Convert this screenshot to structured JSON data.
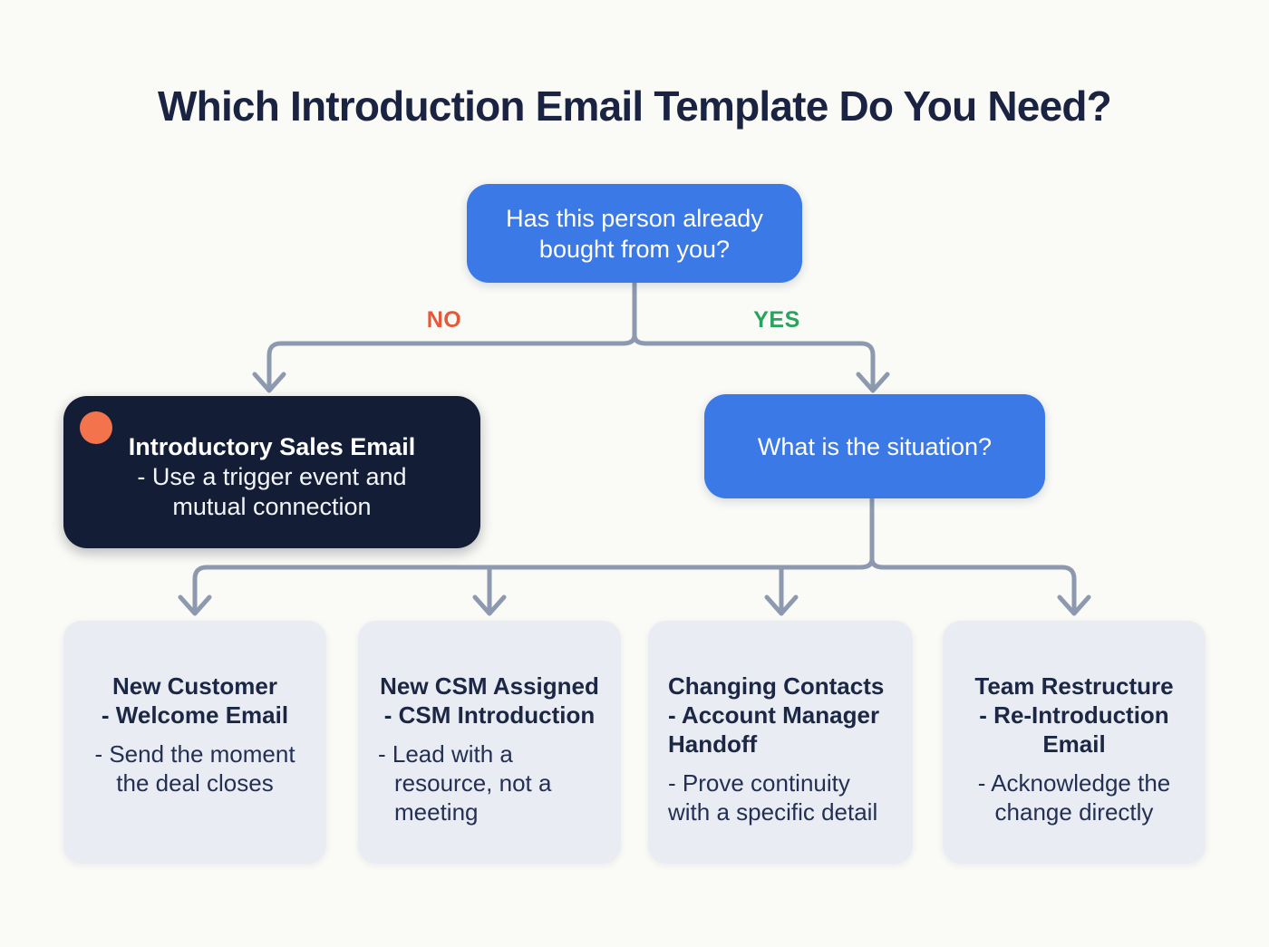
{
  "theme": {
    "background": "#FAFAF6",
    "title_color": "#1B2342",
    "blue": "#3B79E6",
    "navy": "#141D36",
    "card_bg": "#E9EDF3",
    "connector": "#8C99AE",
    "no_color": "#E4593B",
    "yes_color": "#27A45D",
    "orange_dot": "#F3744C",
    "green_dot": "#25A55B",
    "text_on_dark": "#FFFFFF",
    "card_title_color": "#1B2744",
    "card_body_color": "#243053"
  },
  "title": "Which Introduction Email Template Do You Need?",
  "flow": {
    "root_question": "Has this person already\nbought from you?",
    "no_label": "NO",
    "yes_label": "YES",
    "no_result": {
      "dot_icon": "orange-dot-icon",
      "title": "Introductory Sales Email",
      "detail": "- Use a trigger event and\nmutual connection"
    },
    "yes_question": "What is the situation?",
    "outcomes": [
      {
        "dot_icon": "green-dot-icon",
        "title": "New Customer\n- Welcome Email",
        "detail": "- Send the moment\nthe deal closes"
      },
      {
        "dot_icon": "green-dot-icon",
        "title": "New CSM Assigned\n- CSM Introduction",
        "detail": "- Lead with a\nresource, not a\nmeeting"
      },
      {
        "dot_icon": "green-dot-icon",
        "title": "Changing Contacts\n- Account Manager\nHandoff",
        "detail": "- Prove continuity\nwith a specific detail"
      },
      {
        "dot_icon": "green-dot-icon",
        "title": "Team Restructure\n- Re-Introduction\nEmail",
        "detail": "- Acknowledge the\nchange directly"
      }
    ]
  }
}
